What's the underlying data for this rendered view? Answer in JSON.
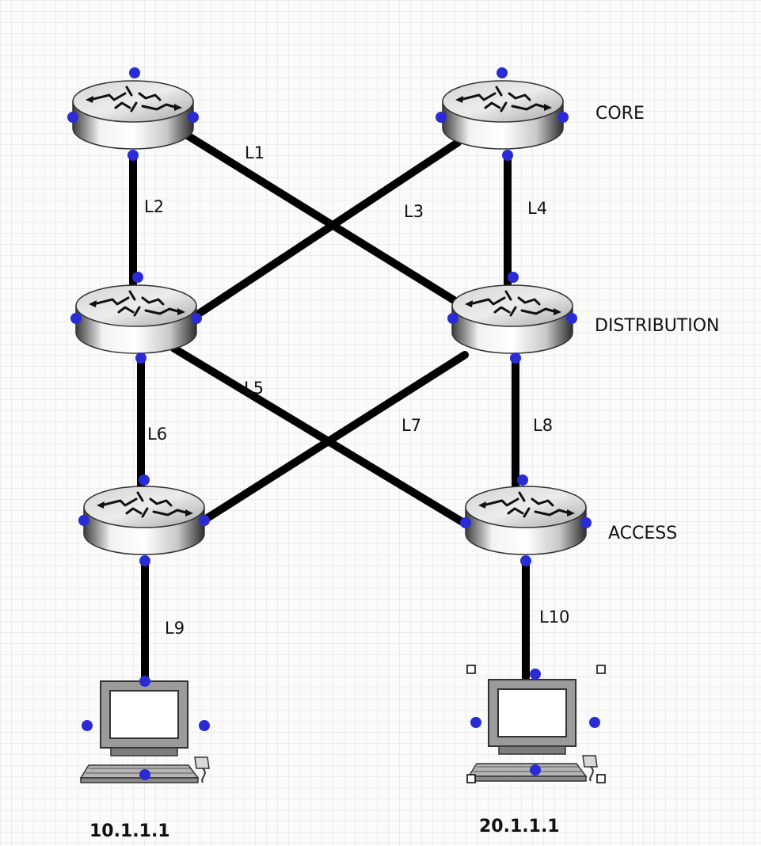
{
  "tiers": {
    "core": "CORE",
    "distribution": "DISTRIBUTION",
    "access": "ACCESS"
  },
  "links": {
    "l1": "L1",
    "l2": "L2",
    "l3": "L3",
    "l4": "L4",
    "l5": "L5",
    "l6": "L6",
    "l7": "L7",
    "l8": "L8",
    "l9": "L9",
    "l10": "L10"
  },
  "hosts": {
    "left_ip": "10.1.1.1",
    "right_ip": "20.1.1.1"
  },
  "colors": {
    "handle": "#2b2bd6",
    "link": "#000000"
  }
}
